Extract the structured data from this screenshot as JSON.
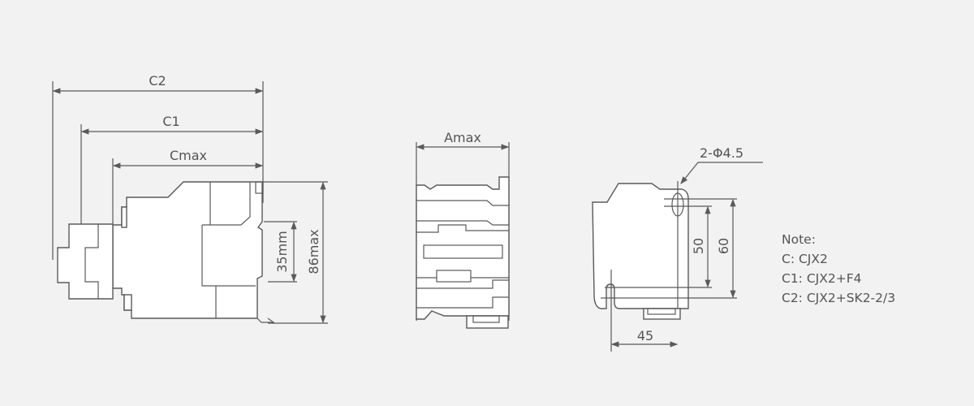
{
  "side_view": {
    "dim_c2": "C2",
    "dim_c1": "C1",
    "dim_cmax": "Cmax",
    "dim_rail": "35mm",
    "dim_height": "86max"
  },
  "front_view": {
    "dim_width": "Amax"
  },
  "mounting_view": {
    "hole_label": "2-Φ4.5",
    "dim_50": "50",
    "dim_60": "60",
    "dim_45": "45"
  },
  "note": {
    "title": "Note:",
    "lines": [
      "C: CJX2",
      "C1: CJX2+F4",
      "C2: CJX2+SK2-2/3"
    ]
  },
  "colors": {
    "line": "#5a5a5a",
    "background": "#f2f2f2"
  }
}
